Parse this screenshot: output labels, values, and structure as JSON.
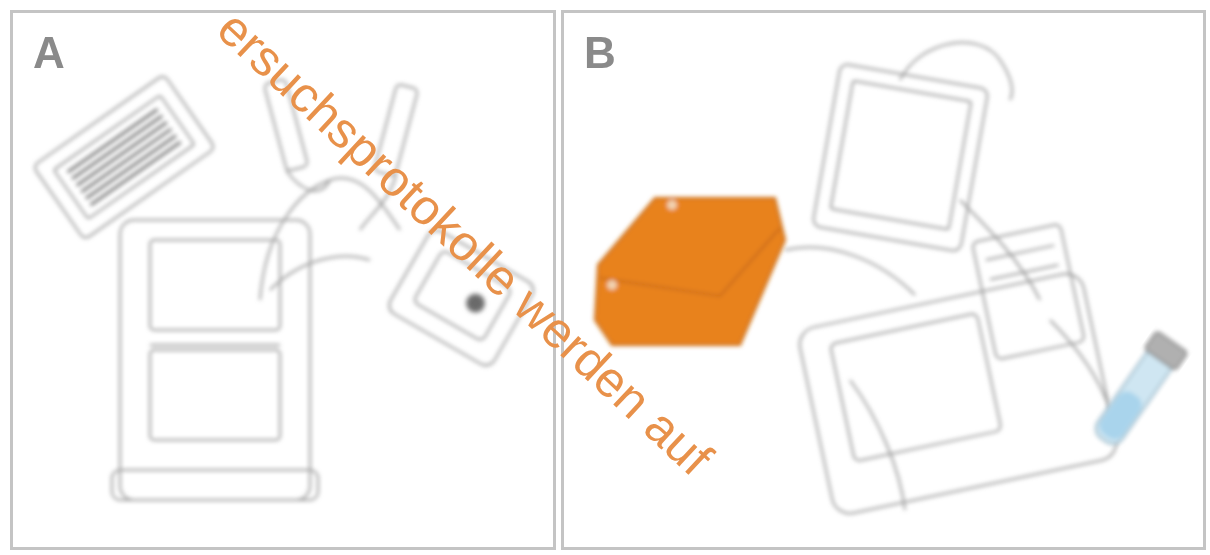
{
  "diagram": {
    "nodes": [
      {
        "text": [
          "A"
        ]
      },
      {
        "text": [
          "B"
        ]
      }
    ],
    "labels": [
      "ersuchsprotokolle werden auf"
    ]
  }
}
